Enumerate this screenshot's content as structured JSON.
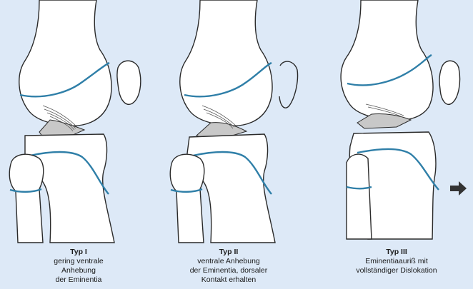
{
  "colors": {
    "background": "#dde9f7",
    "bone_fill": "#ffffff",
    "bone_stroke": "#2a2a2a",
    "cartilage_line": "#2f7fa8",
    "eminentia_fill": "#c8c8c8",
    "arrow": "#333333"
  },
  "panels": [
    {
      "title": "Typ I",
      "lines": [
        "gering ventrale",
        "Anhebung",
        "der Eminentia"
      ]
    },
    {
      "title": "Typ II",
      "lines": [
        "ventrale Anhebung",
        "der Eminentia, dorsaler",
        "Kontakt erhalten"
      ]
    },
    {
      "title": "Typ III",
      "lines": [
        "Eminentiaauriß mit",
        "vollständiger Dislokation"
      ]
    }
  ],
  "arrow_icon": "arrow-right-icon"
}
